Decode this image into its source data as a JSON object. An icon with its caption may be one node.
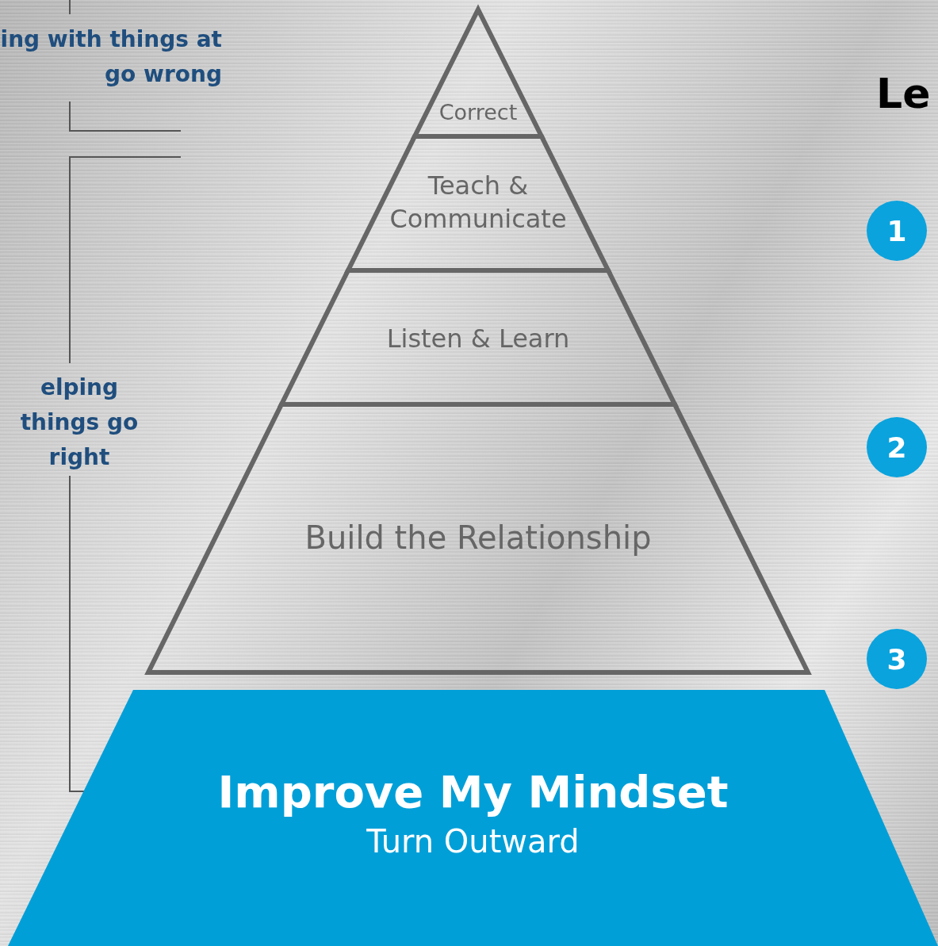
{
  "diagram": {
    "title": "Le",
    "nodes": [
      {
        "text": [
          "Correct"
        ]
      },
      {
        "text": [
          "Teach & Communicate"
        ]
      },
      {
        "text": [
          "Listen & Learn"
        ]
      },
      {
        "text": [
          "Build the Relationship"
        ]
      },
      {
        "text": [
          "Improve My Mindset",
          "Turn Outward"
        ]
      },
      {
        "text": [
          "1"
        ]
      },
      {
        "text": [
          "2"
        ]
      },
      {
        "text": [
          "3"
        ]
      }
    ],
    "labels": [
      "ing with things at go wrong",
      "elping things go right"
    ]
  }
}
